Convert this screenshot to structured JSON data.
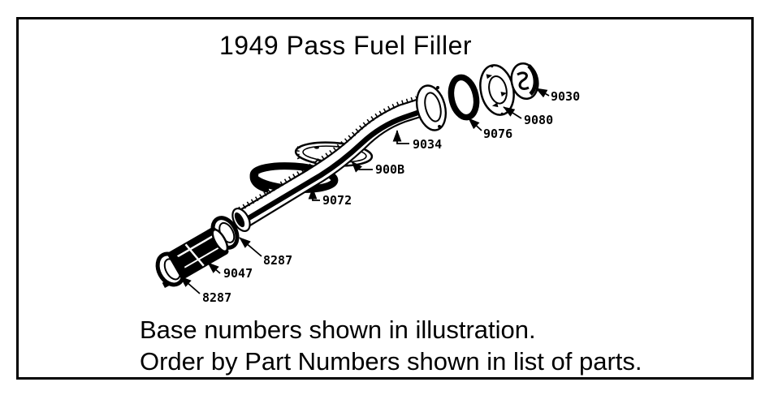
{
  "colors": {
    "ink": "#000000",
    "paper": "#ffffff"
  },
  "title": "1949 Pass Fuel Filler",
  "diagram": {
    "part_labels": [
      "9030",
      "9080",
      "9076",
      "9034",
      "900B",
      "9072",
      "8287",
      "9047",
      "8287"
    ]
  },
  "footer": {
    "line1": "Base numbers shown in illustration.",
    "line2": "Order by Part Numbers shown in list of parts."
  }
}
